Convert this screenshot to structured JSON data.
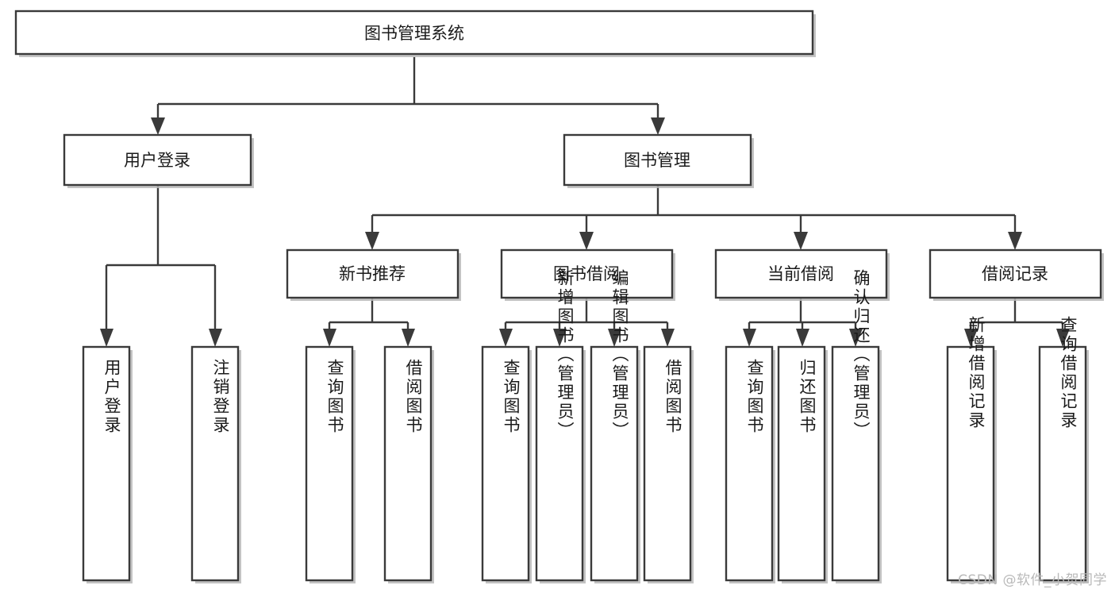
{
  "page": {
    "background": "#ffffff",
    "line_color": "#3a3a3a",
    "text_color": "#1a1a1a",
    "watermark": "CSDN @软件_小贺同学"
  },
  "diagram": {
    "type": "tree",
    "orientation": "top-down",
    "root": {
      "id": "root",
      "label": "图书管理系统"
    },
    "level2": [
      {
        "id": "user-login",
        "label": "用户登录"
      },
      {
        "id": "book-management",
        "label": "图书管理"
      }
    ],
    "level3": [
      {
        "id": "new-book-recommend",
        "label": "新书推荐",
        "parent": "book-management"
      },
      {
        "id": "book-borrow",
        "label": "图书借阅",
        "parent": "book-management"
      },
      {
        "id": "current-borrow",
        "label": "当前借阅",
        "parent": "book-management"
      },
      {
        "id": "borrow-record",
        "label": "借阅记录",
        "parent": "book-management"
      }
    ],
    "leaves": [
      {
        "id": "leaf-user-login",
        "label": "用户登录",
        "parent": "user-login"
      },
      {
        "id": "leaf-user-logout",
        "label": "注销登录",
        "parent": "user-login"
      },
      {
        "id": "leaf-query-book-1",
        "label": "查询图书",
        "parent": "new-book-recommend"
      },
      {
        "id": "leaf-borrow-book-1",
        "label": "借阅图书",
        "parent": "new-book-recommend"
      },
      {
        "id": "leaf-query-book-2",
        "label": "查询图书",
        "parent": "book-borrow"
      },
      {
        "id": "leaf-add-book",
        "label": "新增图书（管理员）",
        "parent": "book-borrow"
      },
      {
        "id": "leaf-edit-book",
        "label": "编辑图书（管理员）",
        "parent": "book-borrow"
      },
      {
        "id": "leaf-borrow-book-2",
        "label": "借阅图书",
        "parent": "book-borrow"
      },
      {
        "id": "leaf-query-book-3",
        "label": "查询图书",
        "parent": "current-borrow"
      },
      {
        "id": "leaf-return-book",
        "label": "归还图书",
        "parent": "current-borrow"
      },
      {
        "id": "leaf-confirm-return",
        "label": "确认归还（管理员）",
        "parent": "current-borrow"
      },
      {
        "id": "leaf-add-record",
        "label": "新增借阅记录",
        "parent": "borrow-record"
      },
      {
        "id": "leaf-query-record",
        "label": "查询借阅记录",
        "parent": "borrow-record"
      }
    ]
  }
}
